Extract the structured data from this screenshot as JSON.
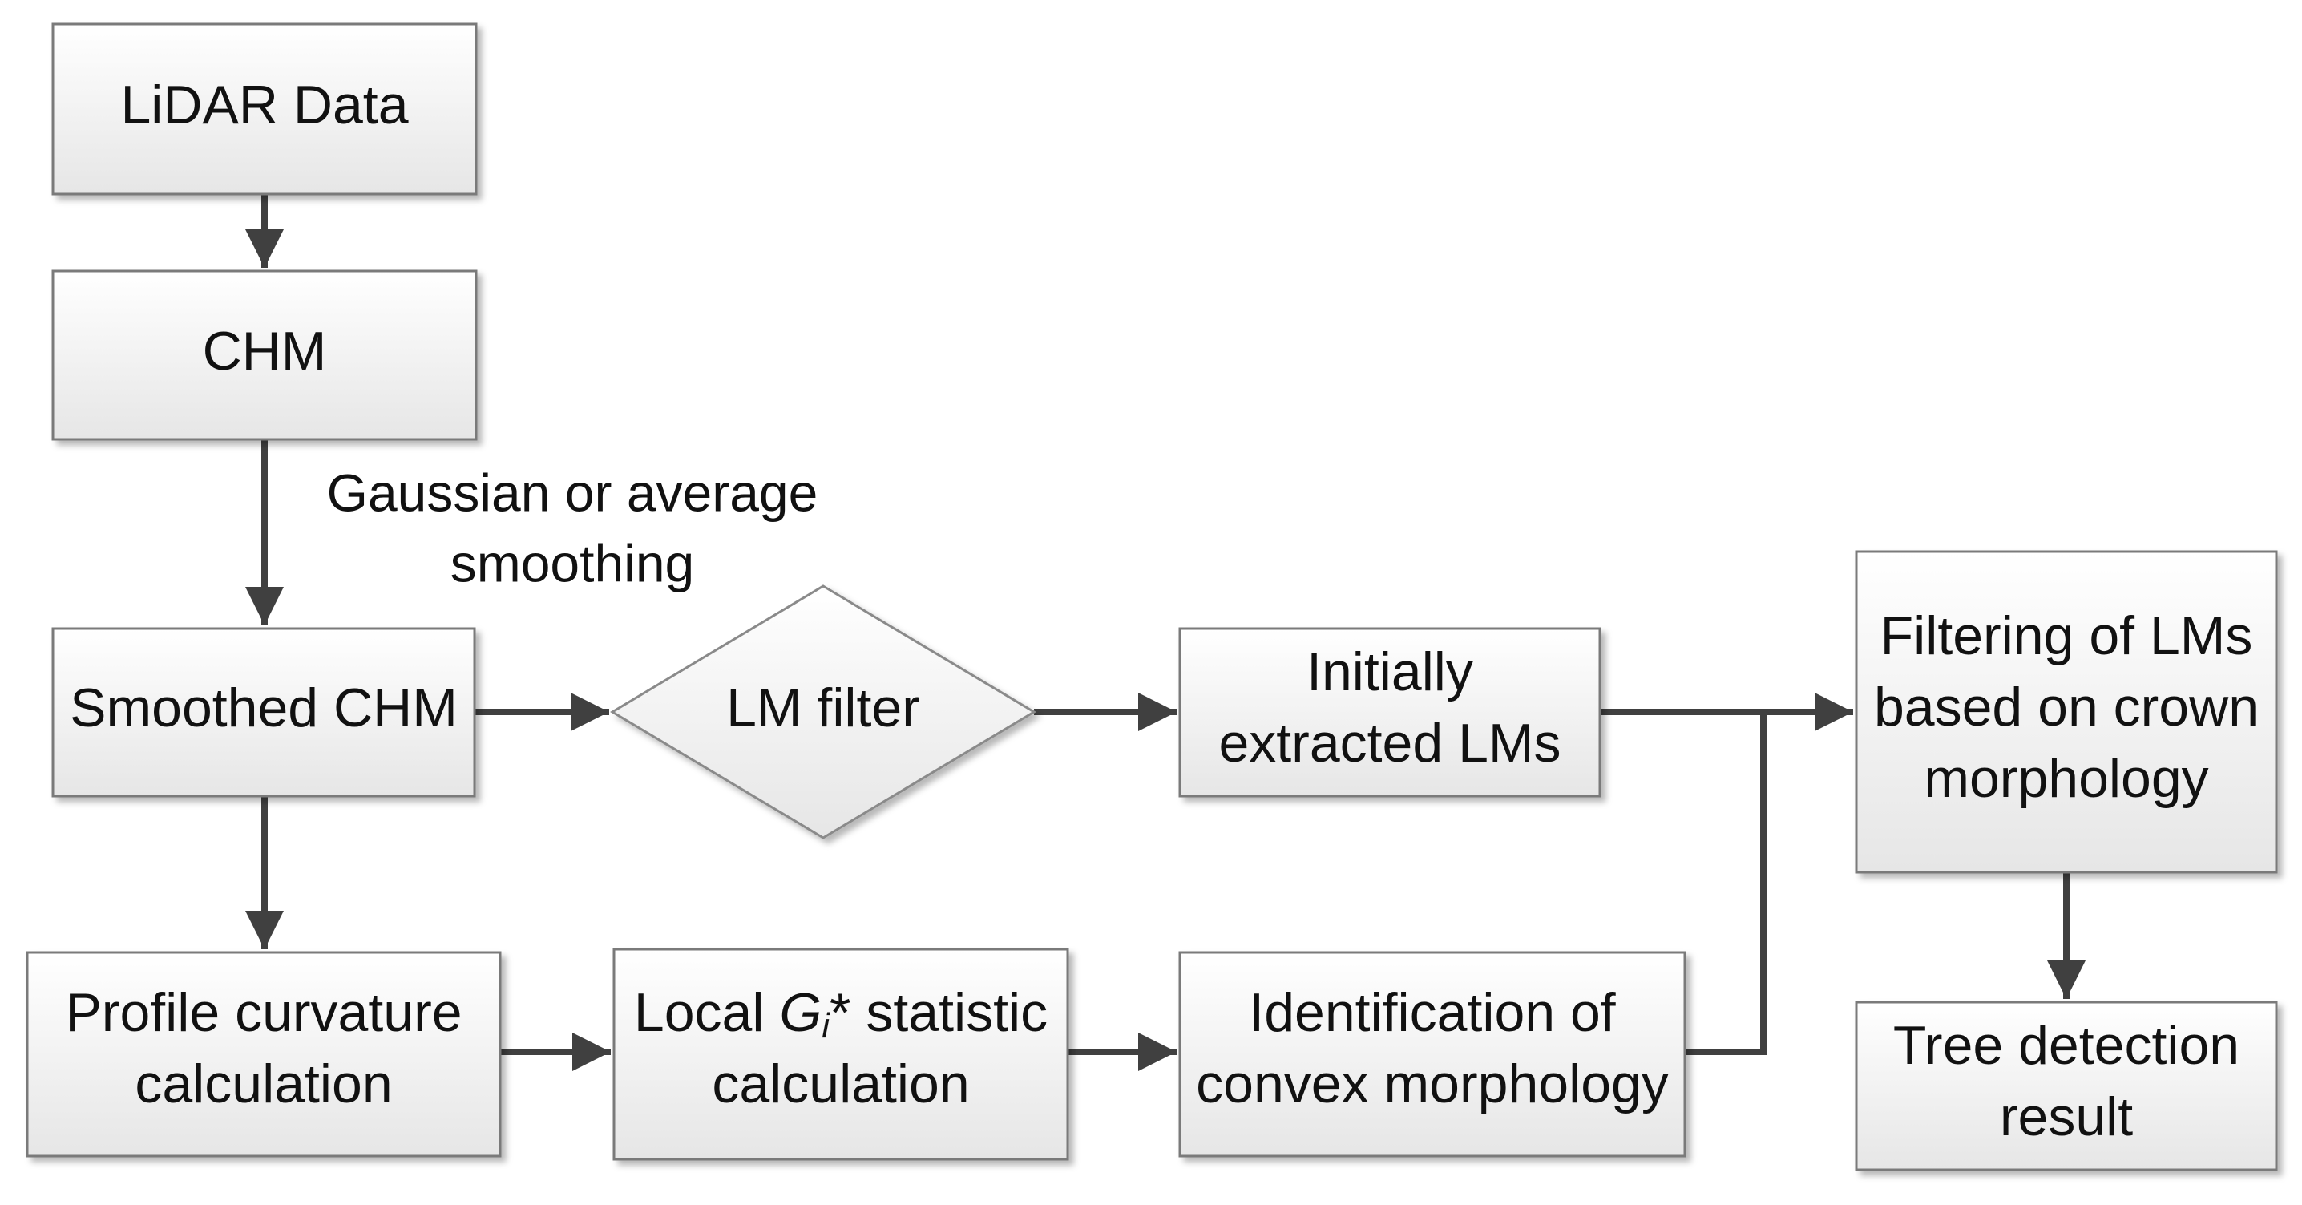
{
  "nodes": {
    "lidar_data": {
      "lines": [
        "LiDAR Data"
      ]
    },
    "chm": {
      "lines": [
        "CHM"
      ]
    },
    "smoothed_chm": {
      "lines": [
        "Smoothed CHM"
      ]
    },
    "lm_filter": {
      "lines": [
        "LM filter"
      ]
    },
    "initially_extracted": {
      "lines": [
        "Initially",
        "extracted LMs"
      ]
    },
    "filtering_lms": {
      "lines": [
        "Filtering of LMs",
        "based on crown",
        "morphology"
      ]
    },
    "tree_detection": {
      "lines": [
        "Tree detection",
        "result"
      ]
    },
    "profile_curvature": {
      "lines": [
        "Profile curvature",
        "calculation"
      ]
    },
    "local_gi": {
      "line1_prefix": "Local ",
      "line1_symbol": "G",
      "line1_subscript": "i",
      "line1_suffix": "* statistic",
      "line2": "calculation"
    },
    "identification": {
      "lines": [
        "Identification of",
        "convex morphology"
      ]
    }
  },
  "edge_labels": {
    "chm_to_smoothed": [
      "Gaussian or average",
      "smoothing"
    ]
  }
}
